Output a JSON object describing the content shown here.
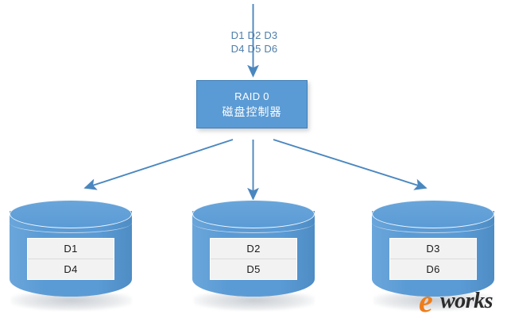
{
  "diagram": {
    "title": "RAID 0 disk striping diagram",
    "background_color": "#ffffff",
    "accent_color": "#5b9bd5",
    "label_text_color": "#4e7eaa",
    "slot_fill_color": "#f2f2f2"
  },
  "stream": {
    "line1": "D1 D2 D3",
    "line2": "D4 D5 D6"
  },
  "controller": {
    "line1": "RAID 0",
    "line2": "磁盘控制器"
  },
  "disks": [
    {
      "name": "disk-1",
      "slots": [
        "D1",
        "D4"
      ]
    },
    {
      "name": "disk-2",
      "slots": [
        "D2",
        "D5"
      ]
    },
    {
      "name": "disk-3",
      "slots": [
        "D3",
        "D6"
      ]
    }
  ],
  "watermark": {
    "mark": "e",
    "text": "works"
  }
}
